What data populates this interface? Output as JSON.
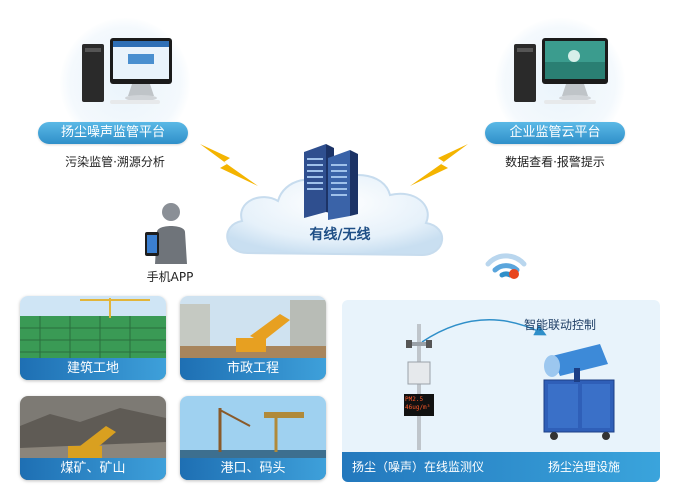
{
  "platforms": {
    "left": {
      "title": "扬尘噪声监管平台",
      "subtitle": "污染监管·溯源分析"
    },
    "right": {
      "title": "企业监管云平台",
      "subtitle": "数据查看·报警提示"
    }
  },
  "network": {
    "label": "有线/无线"
  },
  "mobile": {
    "label": "手机APP"
  },
  "sites": [
    {
      "label": "建筑工地"
    },
    {
      "label": "市政工程"
    },
    {
      "label": "煤矿、矿山"
    },
    {
      "label": "港口、码头"
    }
  ],
  "devices": {
    "link_label": "智能联动控制",
    "monitor_label": "扬尘（噪声）在线监测仪",
    "sprayer_label": "扬尘治理设施",
    "display_text": "PM2.5 46ug/m³"
  },
  "colors": {
    "accent": "#2f8fc9",
    "bolt": "#f4b400",
    "wifi_dot": "#e8451e"
  }
}
